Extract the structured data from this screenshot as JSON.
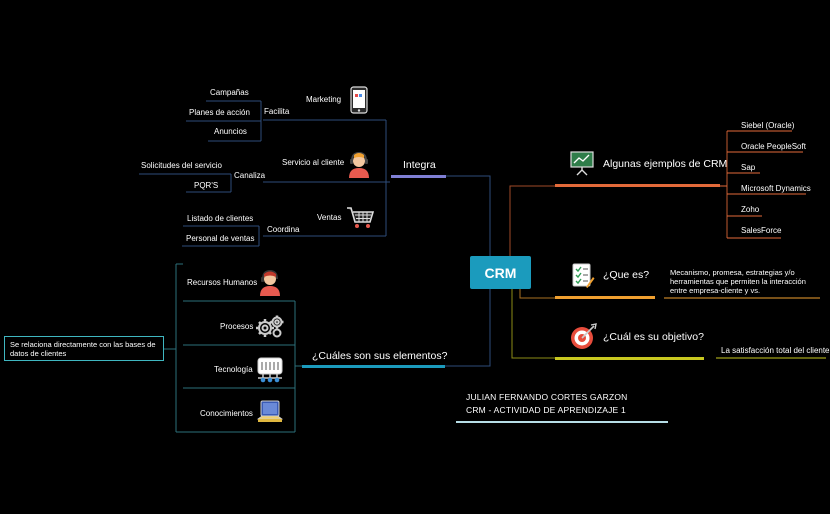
{
  "center": {
    "label": "CRM"
  },
  "integra": {
    "label": "Integra",
    "groups": [
      {
        "name": "Marketing",
        "verb": "Facilita",
        "icon": "smartphone-icon",
        "items": [
          "Campañas",
          "Planes de acción",
          "Anuncios"
        ]
      },
      {
        "name": "Servicio al cliente",
        "verb": "Canaliza",
        "icon": "customer-support-agent-icon",
        "items": [
          "Solicitudes del servicio",
          "PQR'S"
        ]
      },
      {
        "name": "Ventas",
        "verb": "Coordina",
        "icon": "shopping-cart-icon",
        "items": [
          "Listado de clientes",
          "Personal de ventas"
        ]
      }
    ]
  },
  "elementos": {
    "label": "¿Cuáles son sus elementos?",
    "note": "Se relaciona directamente con las bases de datos de clientes",
    "items": [
      {
        "label": "Recursos Humanos",
        "icon": "person-headset-icon"
      },
      {
        "label": "Procesos",
        "icon": "gears-icon"
      },
      {
        "label": "Tecnología",
        "icon": "network-server-icon"
      },
      {
        "label": "Conocimientos",
        "icon": "laptop-icon"
      }
    ]
  },
  "ejemplos": {
    "label": "Algunas ejemplos de CRM",
    "icon": "presentation-board-icon",
    "items": [
      "Siebel (Oracle)",
      "Oracle PeopleSoft",
      "Sap",
      "Microsoft Dynamics",
      "Zoho",
      "SalesForce"
    ]
  },
  "que_es": {
    "label": "¿Que es?",
    "icon": "checklist-icon",
    "description": "Mecanismo, promesa, estrategias y/o herramientas que permiten la interacción entre empresa-cliente y vs."
  },
  "objetivo": {
    "label": "¿Cuál es su objetivo?",
    "icon": "target-icon",
    "description": "La satisfacción total del cliente"
  },
  "author": {
    "name": "JULIAN FERNANDO CORTES GARZON",
    "subtitle": "CRM - ACTIVIDAD DE APRENDIZAJE 1"
  },
  "colors": {
    "background": "#000000",
    "center": "#1b9bbd",
    "integra_branch": "#7f7fd5",
    "elementos_branch": "#1b9bbd",
    "ejemplos_branch": "#e36a3a",
    "que_es_branch": "#f0a030",
    "objetivo_branch": "#c8c820",
    "left_lines": "#2d6f7a"
  }
}
